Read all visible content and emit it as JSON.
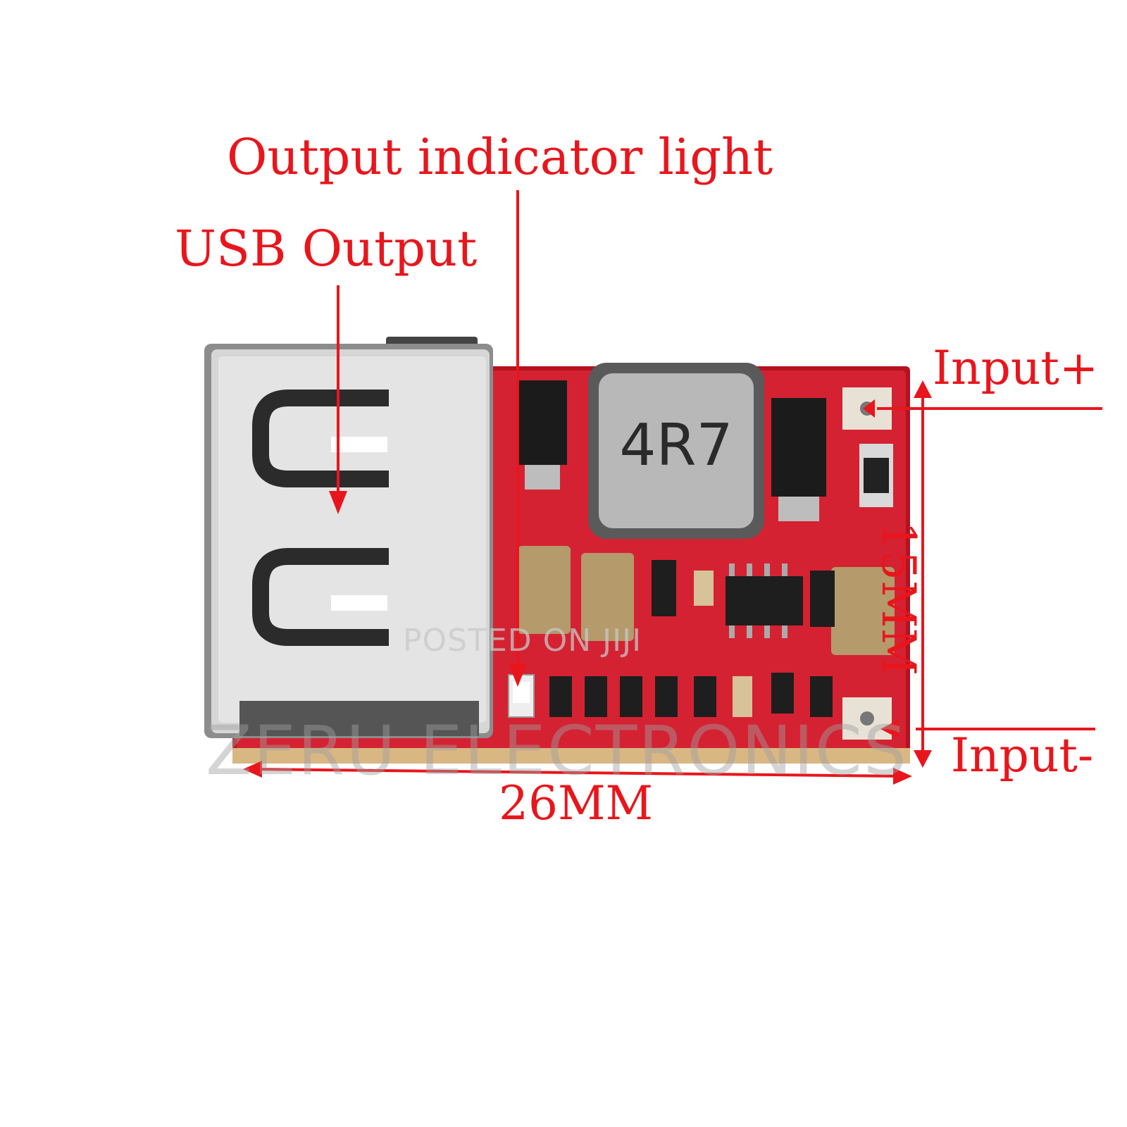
{
  "labels": {
    "output_indicator": "Output indicator light",
    "usb_output": "USB Output",
    "input_plus": "Input+",
    "input_minus": "Input-",
    "width": "26MM",
    "height": "15MM"
  },
  "inductor_marking": "4R7",
  "watermarks": {
    "small": "POSTED ON JIJI",
    "large": "ZERU ELECTRONICS"
  },
  "colors": {
    "annotation": "#e8161c",
    "pcb": "#c8182a",
    "usb_metal": "#cfcfcf"
  }
}
